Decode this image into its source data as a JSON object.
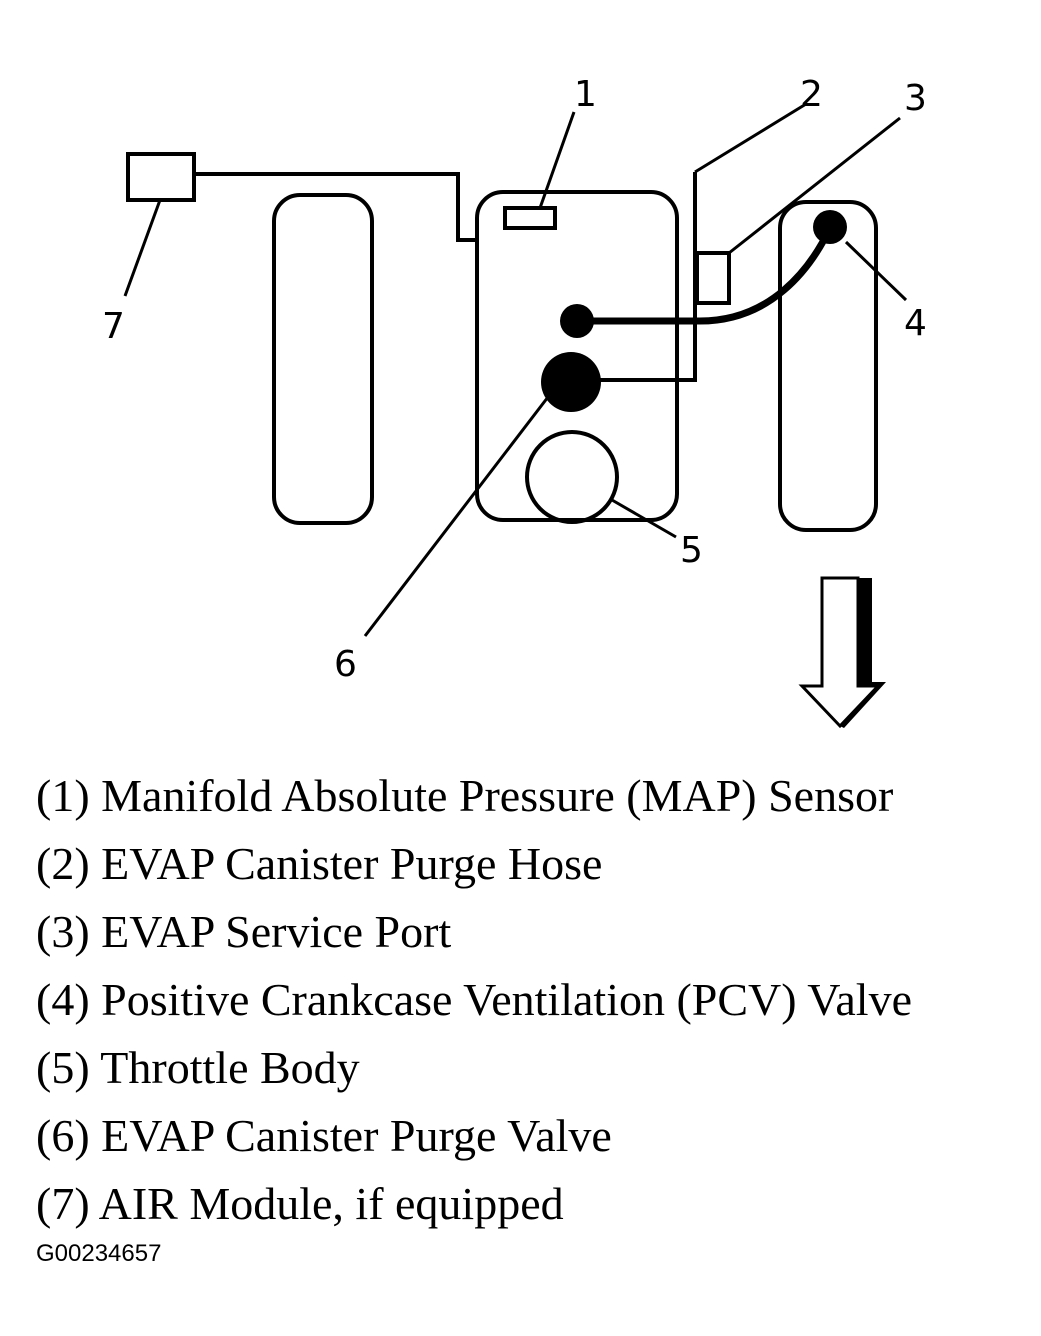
{
  "callouts": {
    "c1": "1",
    "c2": "2",
    "c3": "3",
    "c4": "4",
    "c5": "5",
    "c6": "6",
    "c7": "7"
  },
  "legend": [
    "(1) Manifold Absolute Pressure (MAP) Sensor",
    "(2) EVAP Canister Purge Hose",
    "(3) EVAP Service Port",
    "(4) Positive Crankcase Ventilation (PCV) Valve",
    "(5) Throttle Body",
    "(6) EVAP Canister Purge Valve",
    "(7) AIR Module, if equipped"
  ],
  "figure_id": "G00234657"
}
